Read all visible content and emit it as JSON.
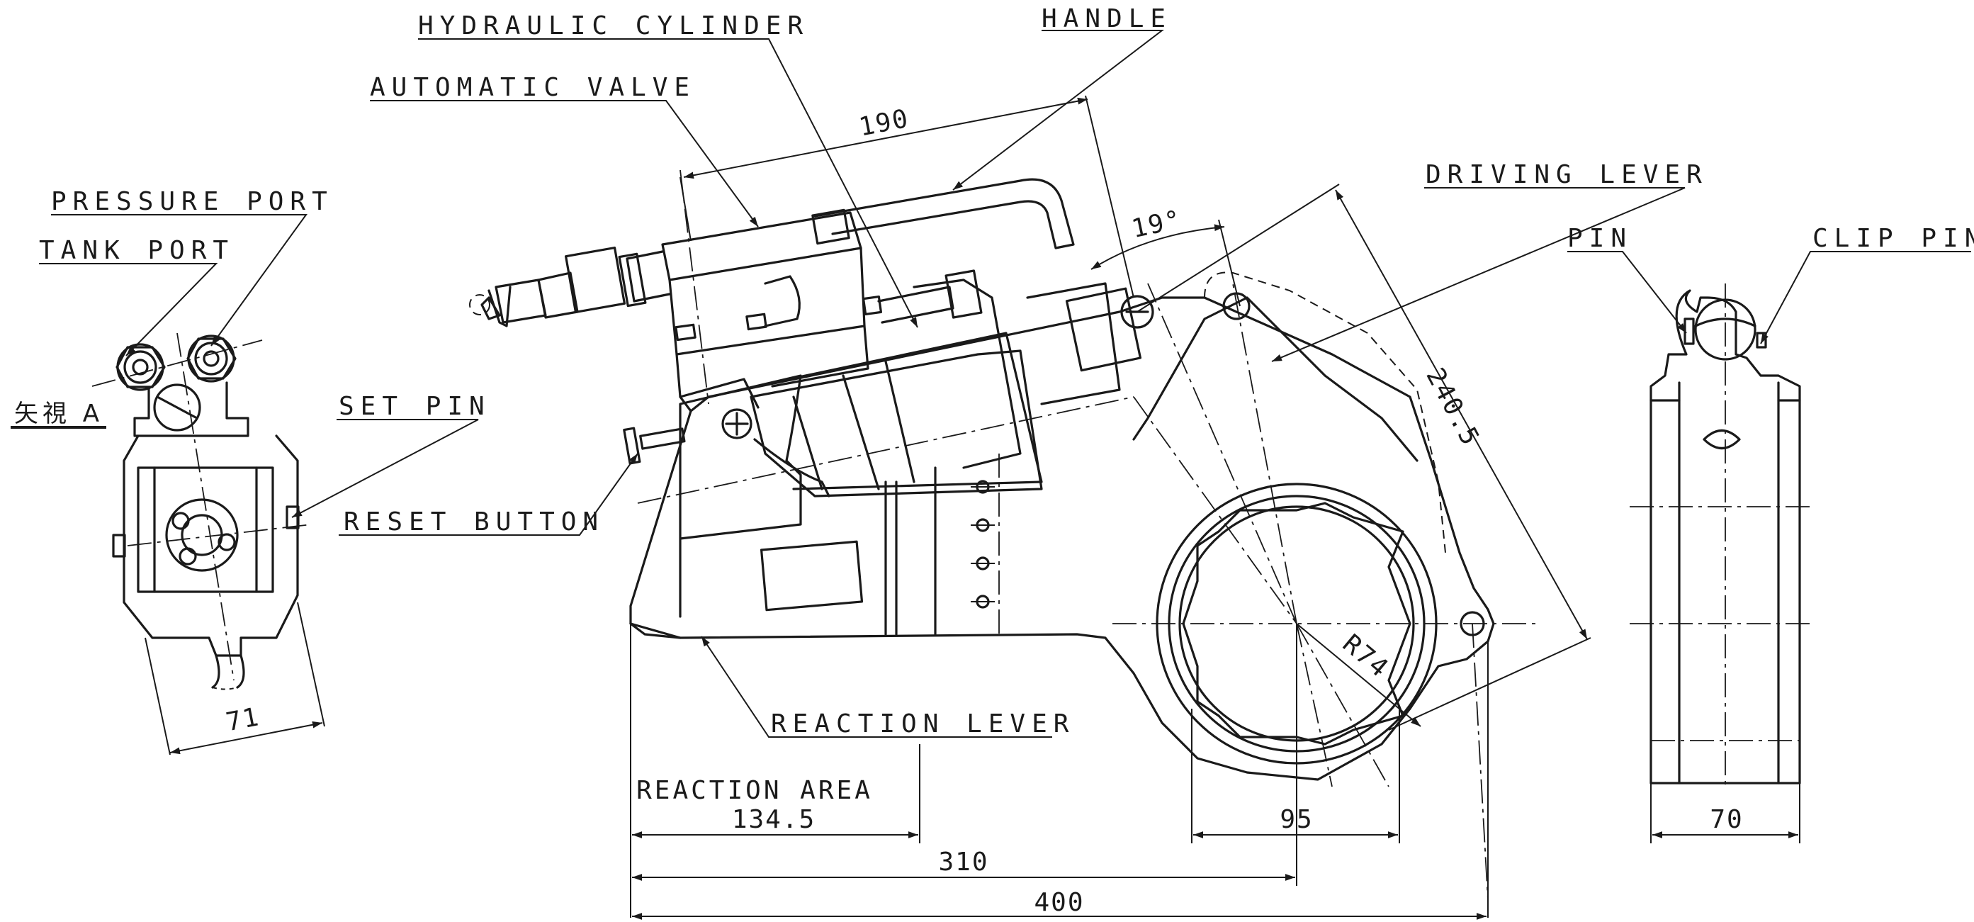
{
  "labels": {
    "hydraulic_cylinder": "HYDRAULIC CYLINDER",
    "handle": "HANDLE",
    "automatic_valve": "AUTOMATIC VALVE",
    "driving_lever": "DRIVING LEVER",
    "pressure_port": "PRESSURE PORT",
    "tank_port": "TANK PORT",
    "view_a": "矢視 A",
    "set_pin": "SET PIN",
    "reset_button": "RESET BUTTON",
    "reaction_lever": "REACTION LEVER",
    "reaction_area": "REACTION AREA",
    "pin": "PIN",
    "clip_pin": "CLIP PIN"
  },
  "dimensions": {
    "d190": "190",
    "angle": "19°",
    "d240_5": "240.5",
    "r74": "R74",
    "d71": "71",
    "d134_5": "134.5",
    "d310": "310",
    "d400": "400",
    "d95": "95",
    "d70": "70"
  }
}
